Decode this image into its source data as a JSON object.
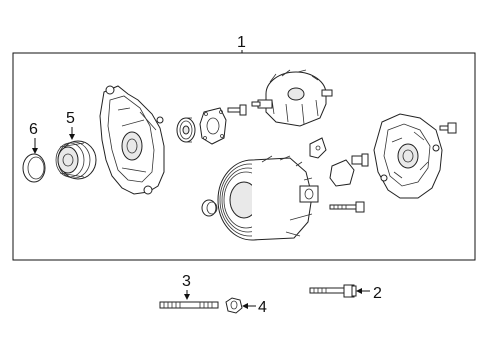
{
  "callouts": {
    "c1": "1",
    "c2": "2",
    "c3": "3",
    "c4": "4",
    "c5": "5",
    "c6": "6"
  },
  "colors": {
    "line": "#111111",
    "background": "#ffffff"
  }
}
